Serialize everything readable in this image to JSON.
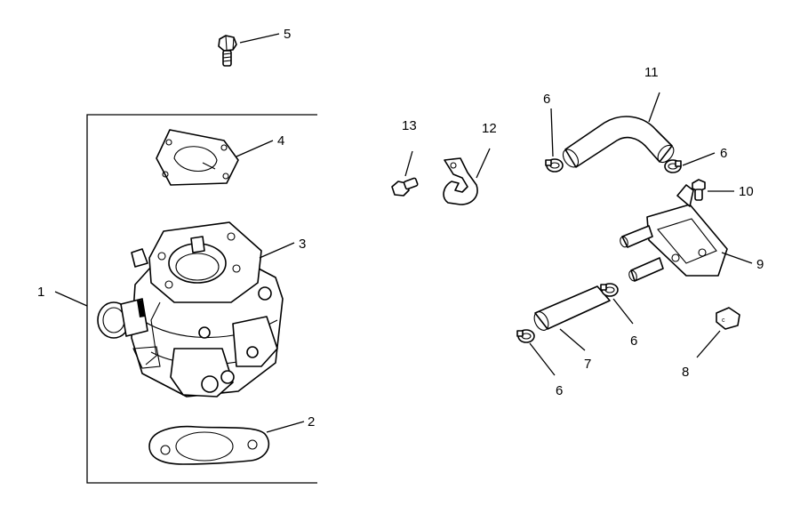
{
  "callouts": {
    "c1": "1",
    "c2": "2",
    "c3": "3",
    "c4": "4",
    "c5": "5",
    "c6a": "6",
    "c6b": "6",
    "c6c": "6",
    "c6d": "6",
    "c7": "7",
    "c8": "8",
    "c9": "9",
    "c10": "10",
    "c11": "11",
    "c12": "12",
    "c13": "13"
  },
  "colors": {
    "line": "#000000",
    "background": "#ffffff"
  }
}
